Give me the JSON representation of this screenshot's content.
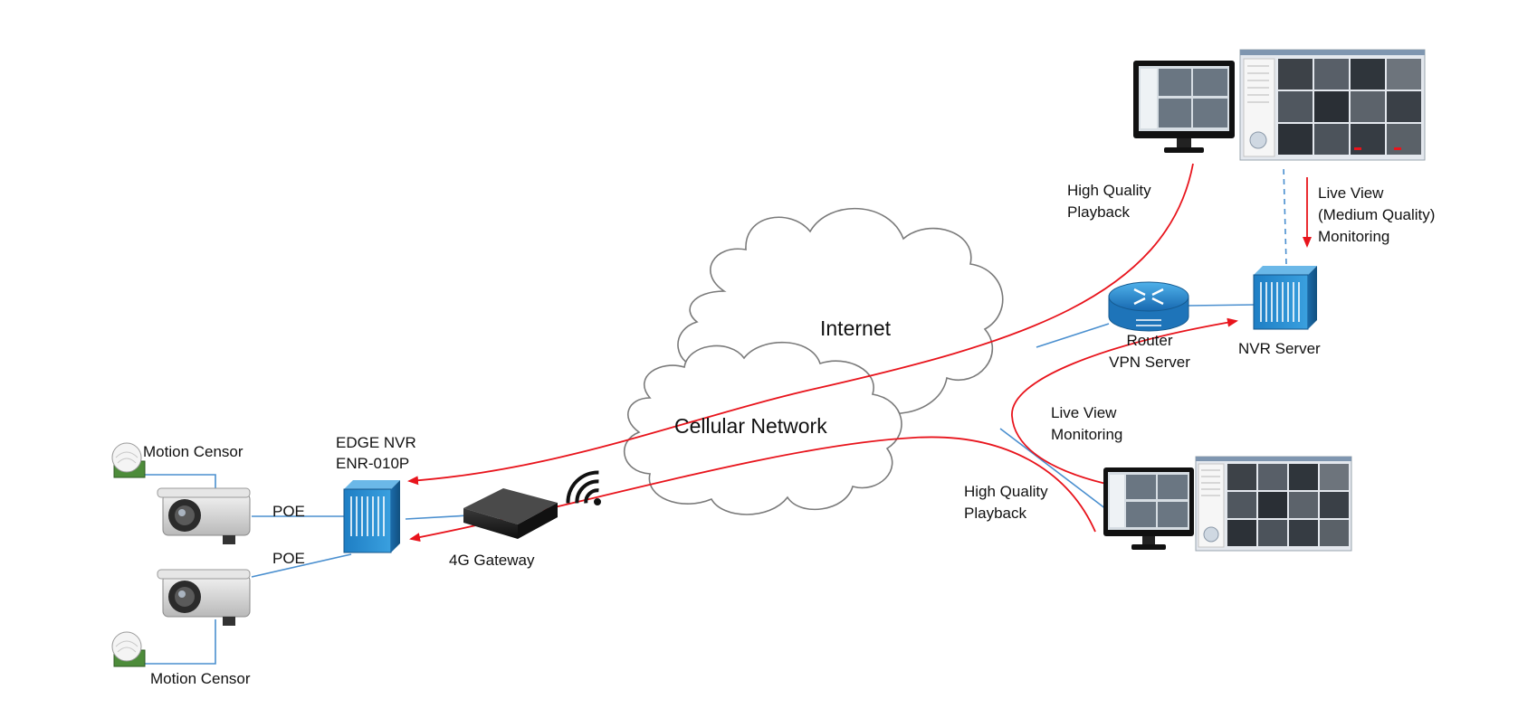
{
  "cloud_labels": {
    "internet": "Internet",
    "cellular": "Cellular Network"
  },
  "devices": {
    "motion_sensor_top": "Motion Censor",
    "motion_sensor_bottom": "Motion Censor",
    "edge_nvr_line1": "EDGE NVR",
    "edge_nvr_line2": "ENR-010P",
    "gateway": "4G Gateway",
    "router_line1": "Router",
    "router_line2": "VPN Server",
    "nvr_server": "NVR Server"
  },
  "links": {
    "poe_top": "POE",
    "poe_bottom": "POE"
  },
  "flows": {
    "hq_playback_top_line1": "High Quality",
    "hq_playback_top_line2": "Playback",
    "live_view_medium_line1": "Live View",
    "live_view_medium_line2": "(Medium Quality)",
    "live_view_medium_line3": "Monitoring",
    "live_view_line1": "Live View",
    "live_view_line2": "Monitoring",
    "hq_playback_bottom_line1": "High Quality",
    "hq_playback_bottom_line2": "Playback"
  },
  "colors": {
    "link_line": "#4a8fcf",
    "flow_arrow": "#e8141c",
    "nvr_body": "#2e8fd0",
    "cloud_outline": "#7a7a7a"
  }
}
